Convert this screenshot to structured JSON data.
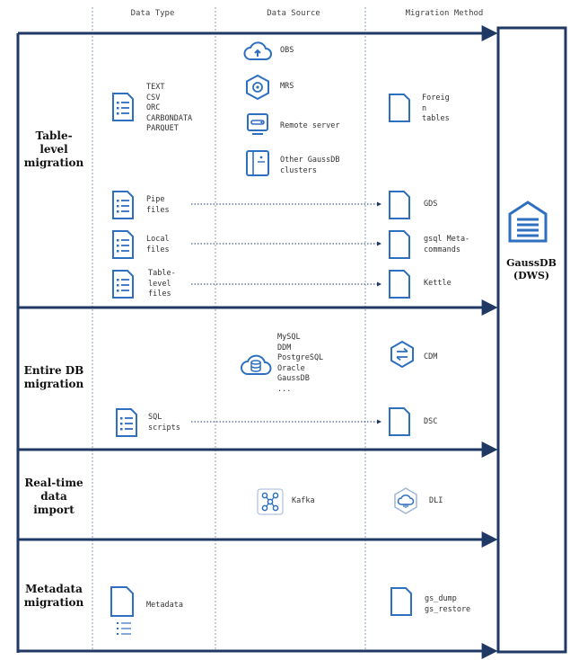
{
  "headers": {
    "data_type": "Data Type",
    "data_source": "Data Source",
    "migration_method": "Migration Method"
  },
  "target": {
    "line1": "GaussDB",
    "line2": "(DWS)"
  },
  "rows": {
    "table_level": {
      "label_lines": [
        "Table-",
        "level",
        "migration"
      ],
      "formats": "TEXT\nCSV\nORC\nCARBONDATA\nPARQUET",
      "sources": [
        "OBS",
        "MRS",
        "Remote server",
        "Other GaussDB\nclusters"
      ],
      "foreign_tables": "Foreig\nn\ntables",
      "pipe_files": "Pipe\nfiles",
      "gds": "GDS",
      "local_files": "Local\nfiles",
      "gsql_meta": "gsql Meta-\ncommands",
      "table_level_files": "Table-\nlevel\nfiles",
      "kettle": "Kettle"
    },
    "entire_db": {
      "label_lines": [
        "Entire DB",
        "migration"
      ],
      "databases": "MySQL\nDDM\nPostgreSQL\nOracle\nGaussDB\n...",
      "cdm": "CDM",
      "sql_scripts": "SQL\nscripts",
      "dsc": "DSC"
    },
    "realtime": {
      "label_lines": [
        "Real-time",
        "data",
        "import"
      ],
      "kafka": "Kafka",
      "dli": "DLI"
    },
    "metadata": {
      "label_lines": [
        "Metadata",
        "migration"
      ],
      "metadata": "Metadata",
      "gs_tools": "gs_dump\ngs_restore"
    }
  },
  "colors": {
    "navy": "#1f3864",
    "accent": "#2f6fbf",
    "line": "#1f4e8c"
  },
  "icons": [
    "document-list-icon",
    "document-icon",
    "cloud-upload-icon",
    "hexagon-icon",
    "server-icon",
    "tower-icon",
    "database-cloud-icon",
    "arrows-exchange-icon",
    "kafka-icon",
    "dli-icon",
    "warehouse-icon"
  ]
}
